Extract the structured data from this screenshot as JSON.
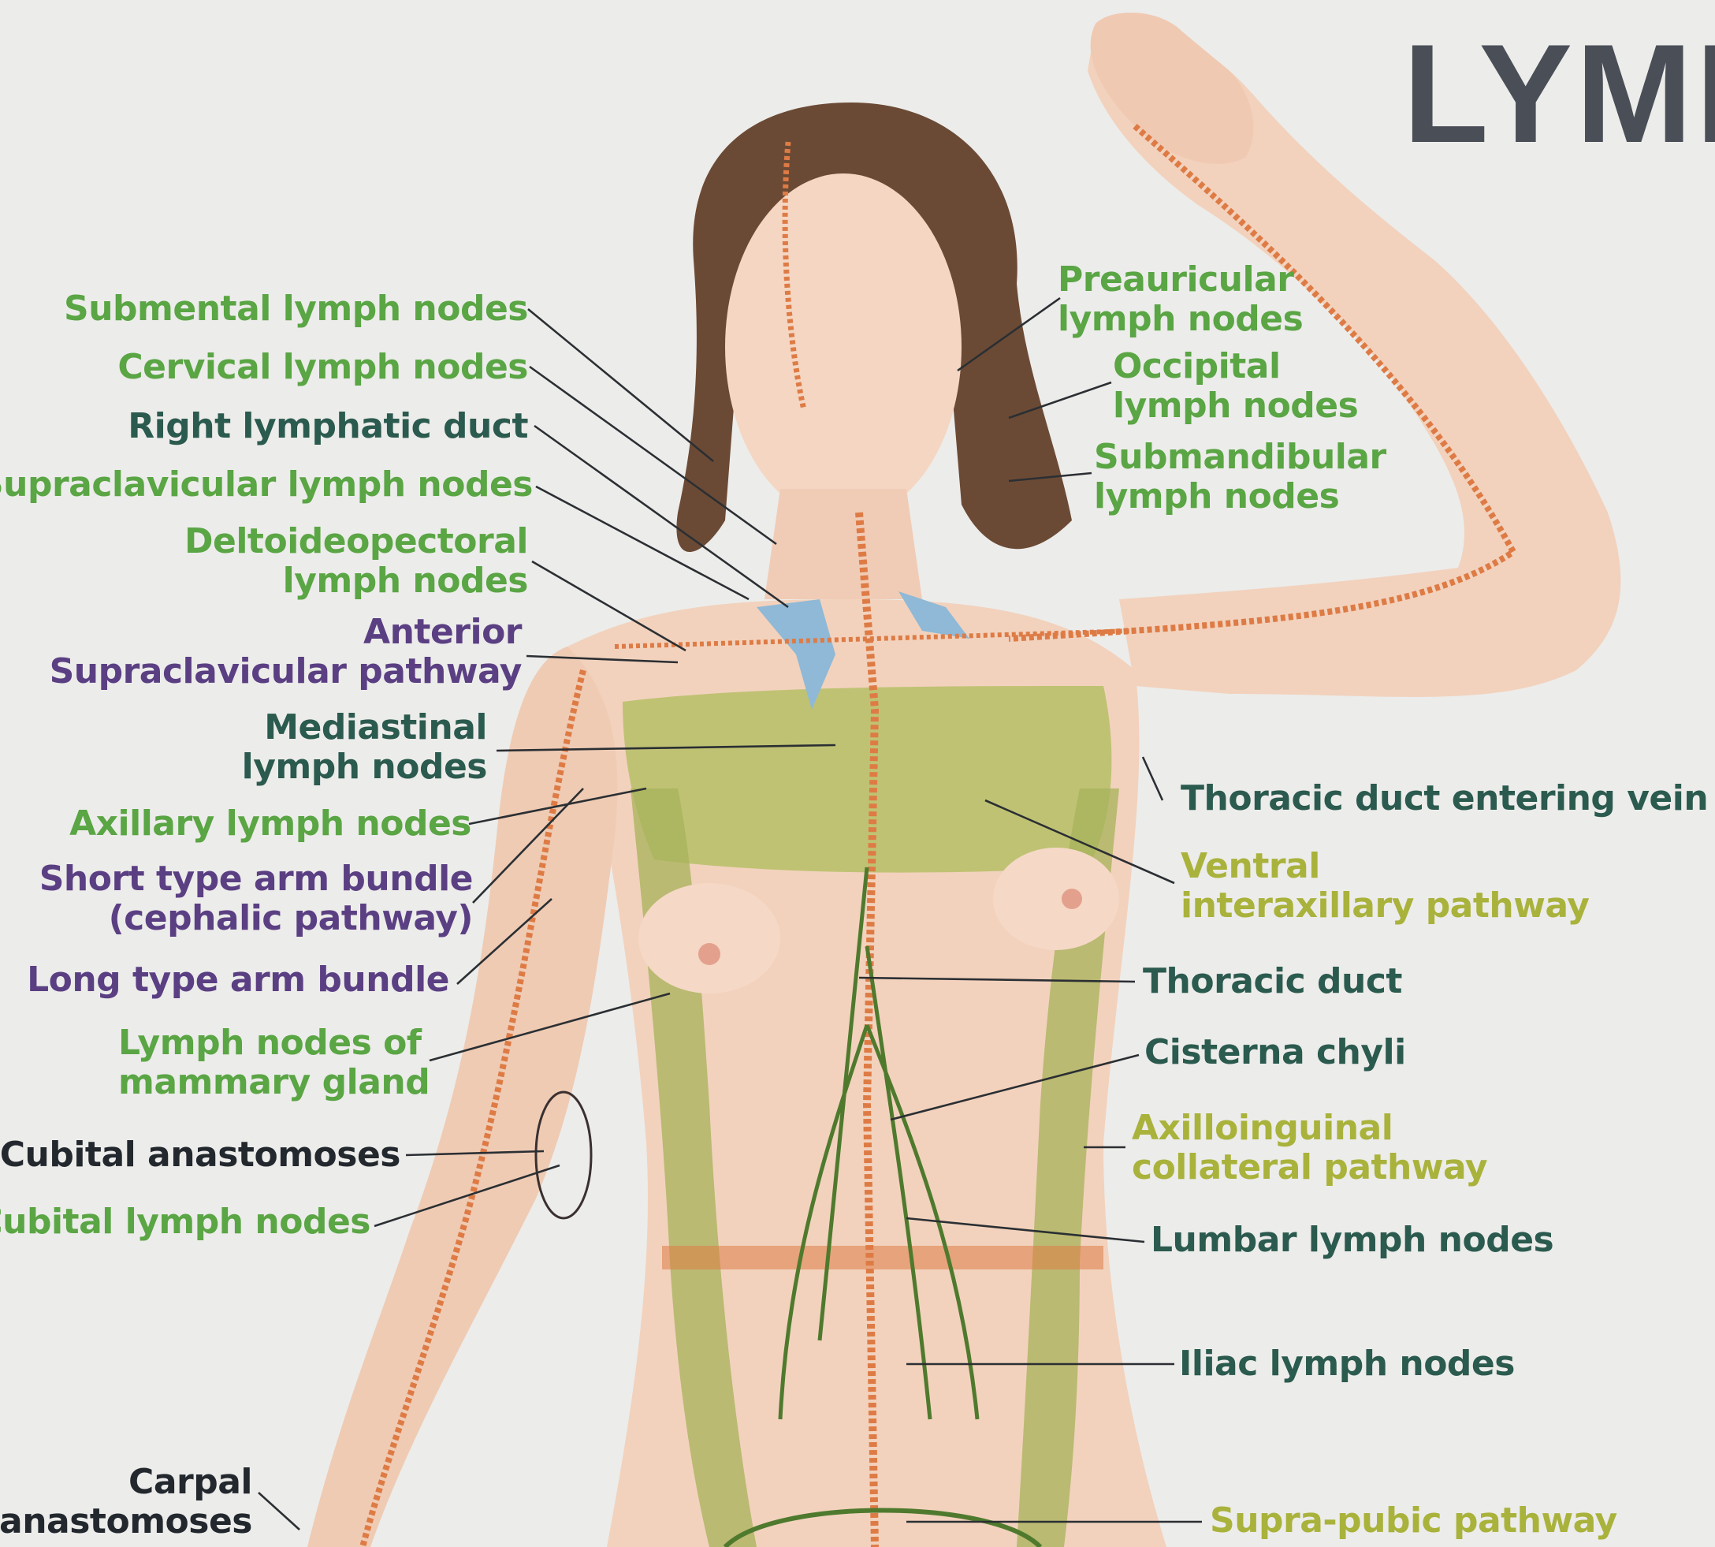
{
  "title": "LYMP",
  "colors": {
    "green_label": "#5aa544",
    "dark_teal_label": "#2b5a4e",
    "purple_label": "#5b3f83",
    "yellow_label": "#a9b23b",
    "black_label": "#23282e",
    "skin": "#f2d2bd",
    "lymph_region": "#b9c06a",
    "vessel_orange": "#de7b45",
    "vein_blue": "#8fb9d6",
    "hair": "#6b4a35"
  },
  "labels_left": [
    {
      "id": "submental",
      "text": "Submental lymph nodes",
      "color": "green"
    },
    {
      "id": "cervical",
      "text": "Cervical lymph nodes",
      "color": "green"
    },
    {
      "id": "right-lymphatic-duct",
      "text": "Right lymphatic duct",
      "color": "dark"
    },
    {
      "id": "supraclavicular",
      "text": "Supraclavicular lymph nodes",
      "color": "green"
    },
    {
      "id": "deltoideopectoral",
      "text": "Deltoideopectoral\nlymph nodes",
      "color": "green"
    },
    {
      "id": "anterior-supraclavicular",
      "text": "Anterior\nSupraclavicular pathway",
      "color": "purple"
    },
    {
      "id": "mediastinal",
      "text": "Mediastinal\nlymph nodes",
      "color": "dark"
    },
    {
      "id": "axillary",
      "text": "Axillary lymph nodes",
      "color": "green"
    },
    {
      "id": "short-type-arm",
      "text": "Short type arm bundle\n(cephalic pathway)",
      "color": "purple"
    },
    {
      "id": "long-type-arm",
      "text": "Long type arm bundle",
      "color": "purple"
    },
    {
      "id": "mammary",
      "text": "Lymph nodes of\nmammary gland",
      "color": "green"
    },
    {
      "id": "cubital-anastomoses",
      "text": "Cubital anastomoses",
      "color": "black"
    },
    {
      "id": "cubital-nodes",
      "text": "Cubital lymph nodes",
      "color": "green"
    },
    {
      "id": "carpal",
      "text": "Carpal\nanastomoses",
      "color": "black"
    }
  ],
  "labels_right": [
    {
      "id": "preauricular",
      "text": "Preauricular\nlymph nodes",
      "color": "green"
    },
    {
      "id": "occipital",
      "text": "Occipital\nlymph nodes",
      "color": "green"
    },
    {
      "id": "submandibular",
      "text": "Submandibular\nlymph nodes",
      "color": "green"
    },
    {
      "id": "thoracic-duct-vein",
      "text": "Thoracic duct entering vein",
      "color": "dark"
    },
    {
      "id": "ventral-interaxillary",
      "text": "Ventral\ninteraxillary pathway",
      "color": "yellow"
    },
    {
      "id": "thoracic-duct",
      "text": "Thoracic duct",
      "color": "dark"
    },
    {
      "id": "cisterna-chyli",
      "text": "Cisterna chyli",
      "color": "dark"
    },
    {
      "id": "axilloinguinal",
      "text": "Axilloinguinal\ncollateral pathway",
      "color": "yellow"
    },
    {
      "id": "lumbar",
      "text": "Lumbar lymph nodes",
      "color": "dark"
    },
    {
      "id": "iliac",
      "text": "Iliac lymph nodes",
      "color": "dark"
    },
    {
      "id": "suprapubic",
      "text": "Supra-pubic pathway",
      "color": "yellow"
    }
  ]
}
